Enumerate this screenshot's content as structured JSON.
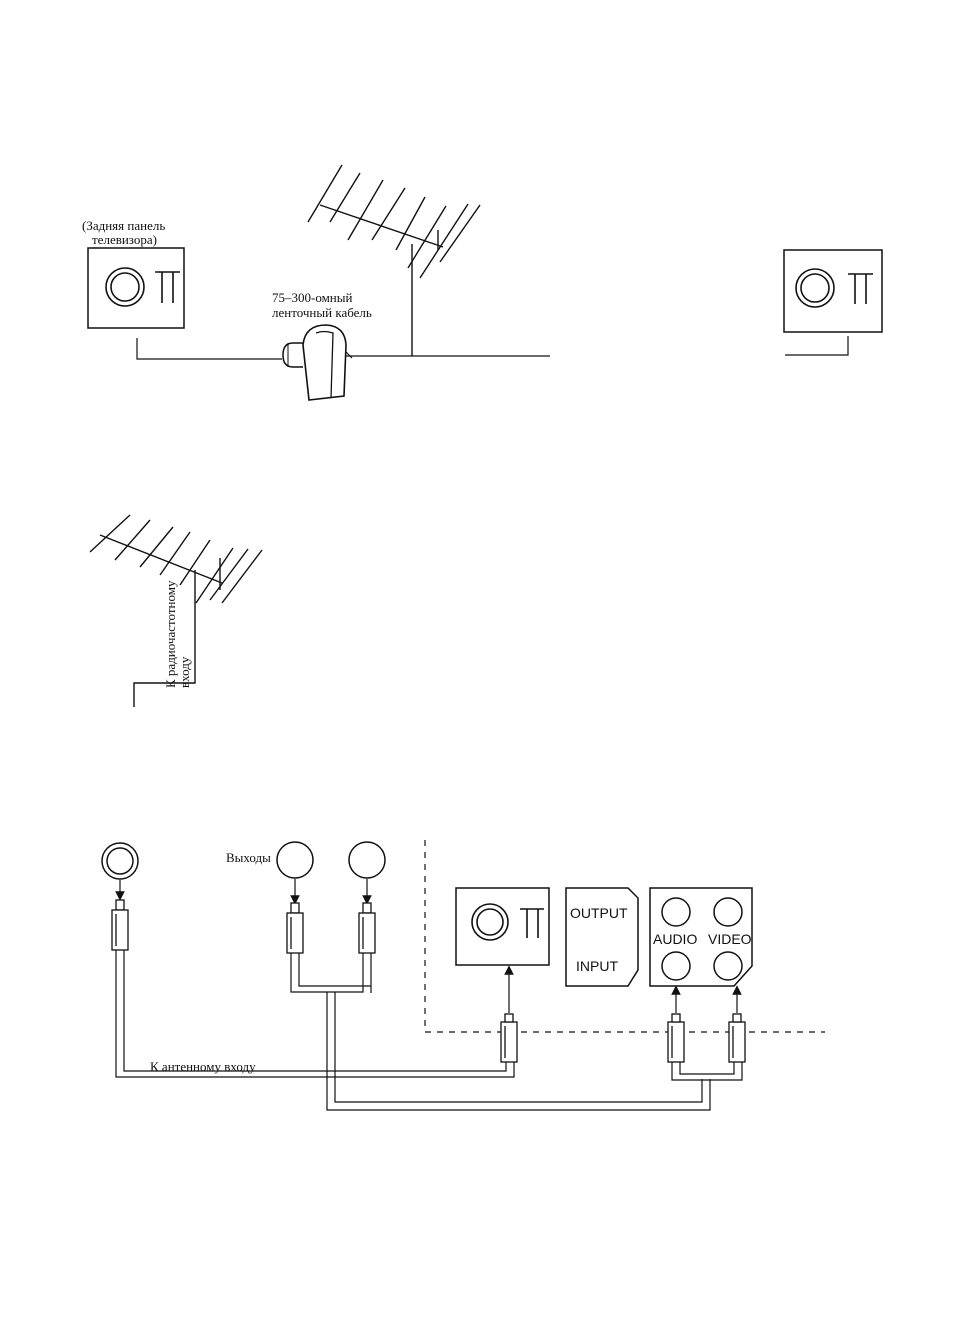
{
  "figure_top": {
    "tv_back_panel_label": [
      "(Задняя панель",
      "телевизора)"
    ],
    "balun_label": [
      "75–300-омный",
      "ленточный кабель"
    ]
  },
  "figure_middle": {
    "rf_input_label": [
      "К радиочастотному",
      "входу"
    ]
  },
  "figure_bottom": {
    "outputs_label": "Выходы",
    "antenna_input_label": "К антенному входу",
    "output_label": "OUTPUT",
    "input_label": "INPUT",
    "audio_label": "AUDIO",
    "video_label": "VIDEO"
  },
  "colors": {
    "ink": "#111111",
    "paper": "#ffffff"
  }
}
